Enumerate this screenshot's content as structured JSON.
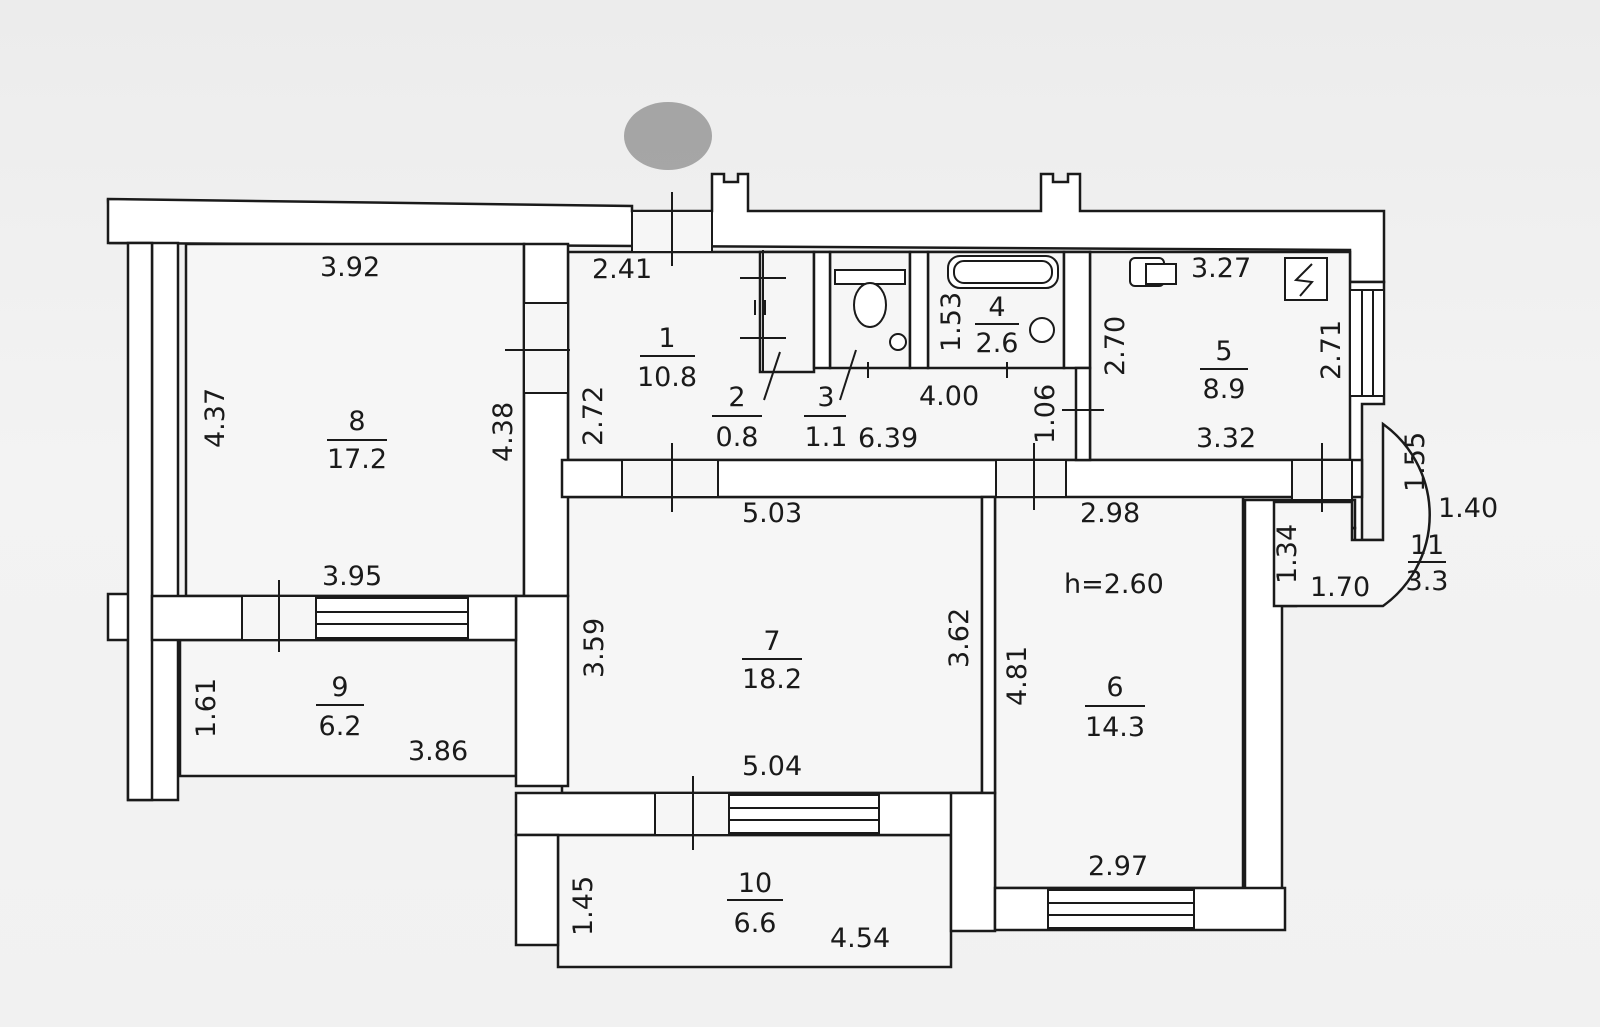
{
  "plan": {
    "ceiling_height": "h=2.60",
    "rooms": [
      {
        "id": "1",
        "area": "10.8"
      },
      {
        "id": "2",
        "area": "0.8"
      },
      {
        "id": "3",
        "area": "1.1"
      },
      {
        "id": "4",
        "area": "2.6"
      },
      {
        "id": "5",
        "area": "8.9"
      },
      {
        "id": "6",
        "area": "14.3"
      },
      {
        "id": "7",
        "area": "18.2"
      },
      {
        "id": "8",
        "area": "17.2"
      },
      {
        "id": "9",
        "area": "6.2"
      },
      {
        "id": "10",
        "area": "6.6"
      },
      {
        "id": "11",
        "area": "3.3"
      }
    ],
    "dimensions": {
      "r8_top": "3.92",
      "r8_left": "4.37",
      "r8_right": "4.38",
      "r8_bottom": "3.95",
      "r9_left": "1.61",
      "r9_bottom": "3.86",
      "r1_top": "2.41",
      "r1_left": "2.72",
      "corridor_length": "6.39",
      "r4_width": "4.00",
      "r4_height": "1.53",
      "r5_left": "2.70",
      "r5_right": "2.71",
      "r5_top": "3.27",
      "r5_bottom": "3.32",
      "passage": "1.06",
      "r7_top": "5.03",
      "r7_left": "3.59",
      "r7_right": "3.62",
      "r7_bottom": "5.04",
      "r6_top": "2.98",
      "r6_left": "4.81",
      "r6_bottom": "2.97",
      "r10_left": "1.45",
      "r10_bottom": "4.54",
      "r11_side": "1.34",
      "r11_bottom": "1.70",
      "r11_top": "1.55",
      "r11_radius": "1.40"
    }
  }
}
